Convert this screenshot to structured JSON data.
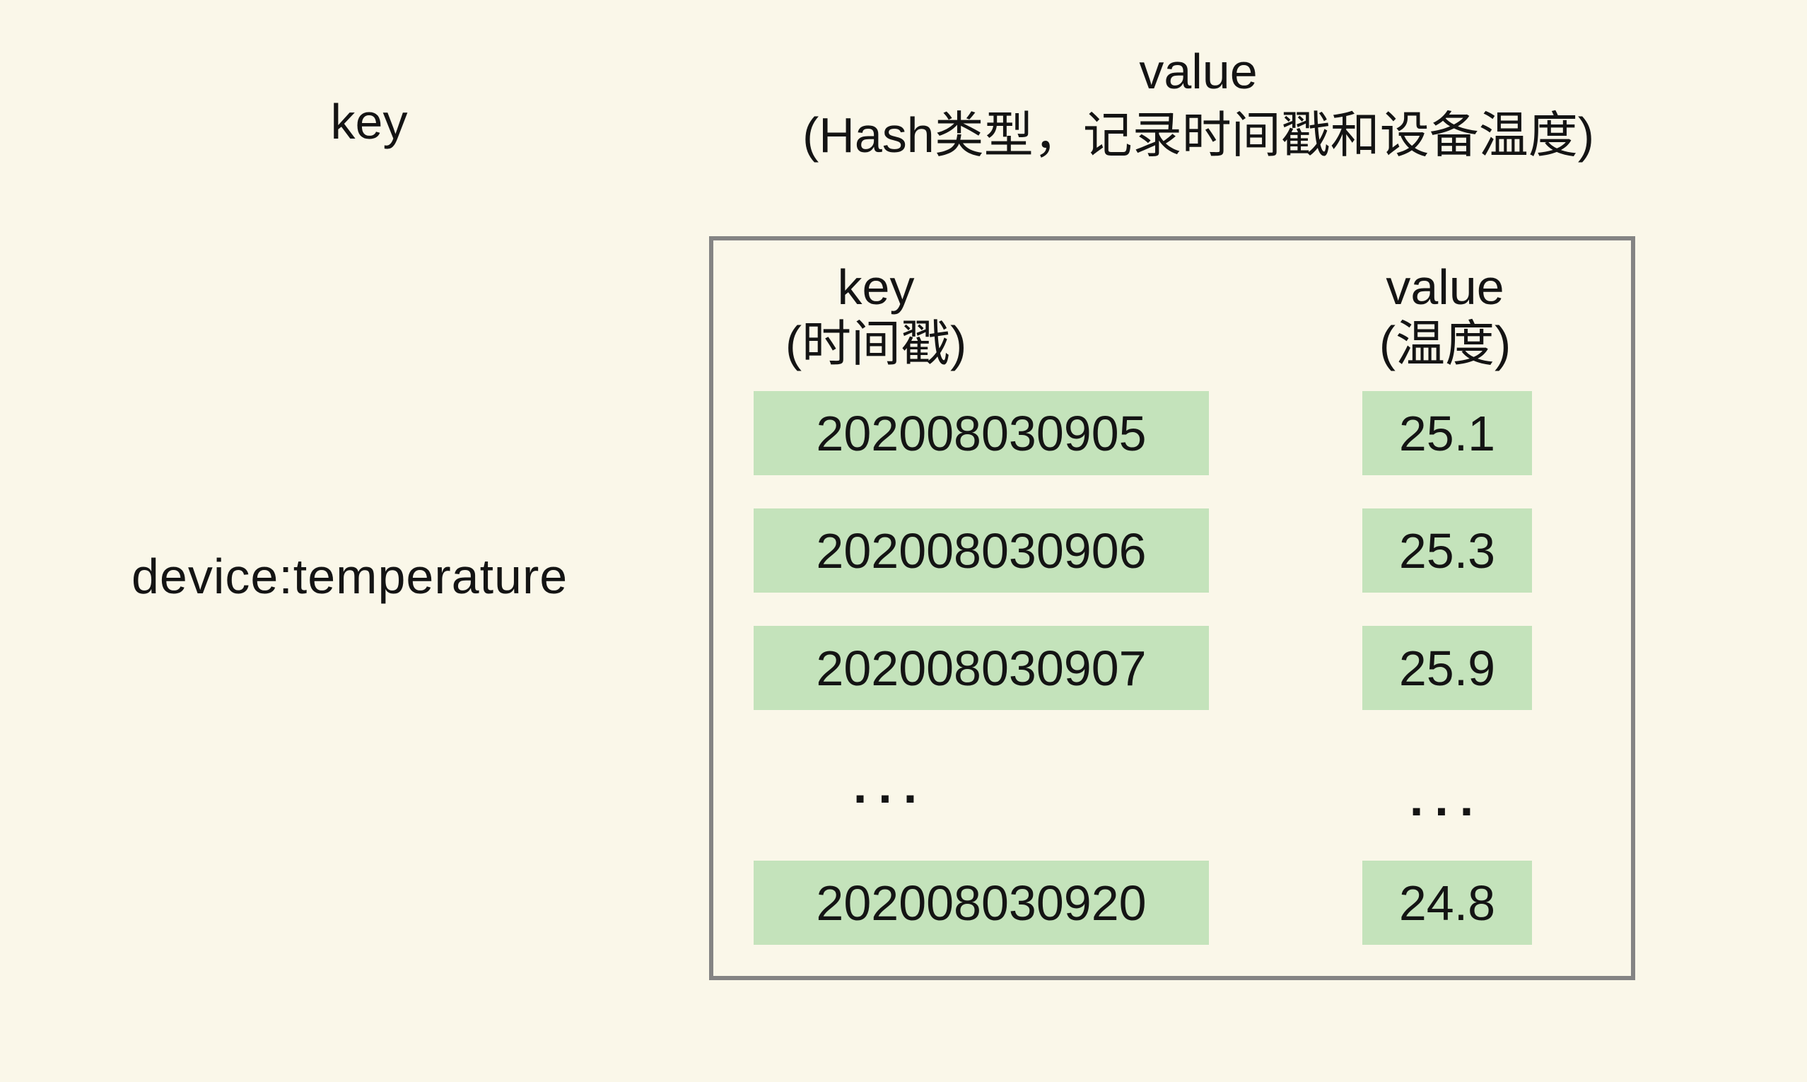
{
  "colors": {
    "page_background": "#faf7e9",
    "cell_green": "#c4e3bb",
    "box_border": "#848484",
    "text": "#141414"
  },
  "labels": {
    "key_heading": "key",
    "value_heading_line1": "value",
    "value_heading_line2": "(Hash类型，记录时间戳和设备温度)",
    "redis_key": "device:temperature"
  },
  "hash_box": {
    "field_column": {
      "header_line1": "key",
      "header_line2": "(时间戳)"
    },
    "value_column": {
      "header_line1": "value",
      "header_line2": "(温度)"
    },
    "entries": [
      {
        "field": "202008030905",
        "value": "25.1",
        "placeholder": false
      },
      {
        "field": "202008030906",
        "value": "25.3",
        "placeholder": false
      },
      {
        "field": "202008030907",
        "value": "25.9",
        "placeholder": false
      },
      {
        "field": "...",
        "value": "...",
        "placeholder": true
      },
      {
        "field": "202008030920",
        "value": "24.8",
        "placeholder": false
      }
    ]
  }
}
